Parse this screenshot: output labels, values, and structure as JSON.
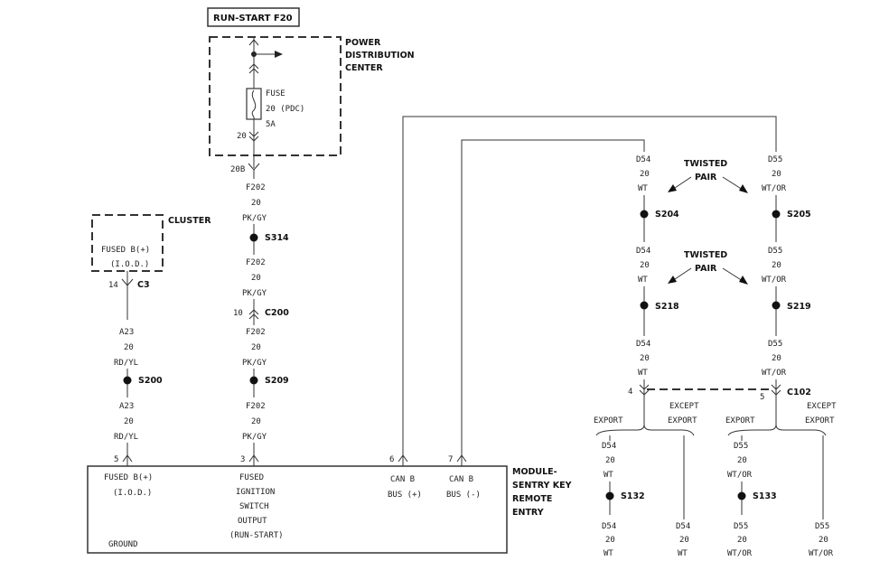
{
  "fuse_block": {
    "title": "RUN-START F20",
    "pdc_label": [
      "POWER",
      "DISTRIBUTION",
      "CENTER"
    ],
    "fuse_label": [
      "FUSE",
      "20 (PDC)",
      "5A"
    ],
    "pin_top": "20",
    "pin_out": "20B"
  },
  "cluster": {
    "label": "CLUSTER",
    "inner": [
      "FUSED B(+)",
      "(I.O.D.)"
    ],
    "pin": "14",
    "connector": "C3"
  },
  "ignition_wire": {
    "seg1": [
      "F202",
      "20",
      "PK/GY"
    ],
    "splice1": "S314",
    "seg2": [
      "F202",
      "20",
      "PK/GY"
    ],
    "c200_pin": "10",
    "c200": "C200",
    "seg3": [
      "F202",
      "20",
      "PK/GY"
    ],
    "splice2": "S209",
    "seg4": [
      "F202",
      "20",
      "PK/GY"
    ],
    "module_pin": "3"
  },
  "iod_wire": {
    "seg1": [
      "A23",
      "20",
      "RD/YL"
    ],
    "splice": "S200",
    "seg2": [
      "A23",
      "20",
      "RD/YL"
    ],
    "module_pin": "5"
  },
  "module": {
    "label": [
      "MODULE-",
      "SENTRY KEY",
      "REMOTE",
      "ENTRY"
    ],
    "fused_b": [
      "FUSED B(+)",
      "(I.O.D.)"
    ],
    "ground": "GROUND",
    "ign": [
      "FUSED",
      "IGNITION",
      "SWITCH",
      "OUTPUT",
      "(RUN-START)"
    ],
    "can_pos": [
      "CAN B",
      "BUS (+)"
    ],
    "can_neg": [
      "CAN B",
      "BUS (-)"
    ],
    "can_pos_pin": "6",
    "can_neg_pin": "7"
  },
  "can_bus": {
    "twisted_pair": [
      "TWISTED",
      "PAIR"
    ],
    "d54": [
      "D54",
      "20",
      "WT"
    ],
    "d55": [
      "D55",
      "20",
      "WT/OR"
    ],
    "s204": "S204",
    "s205": "S205",
    "s218": "S218",
    "s219": "S219",
    "c102": "C102",
    "c102_pin_left": "4",
    "c102_pin_right": "5",
    "export": "EXPORT",
    "except_export": [
      "EXCEPT",
      "EXPORT"
    ],
    "s132": "S132",
    "s133": "S133"
  }
}
